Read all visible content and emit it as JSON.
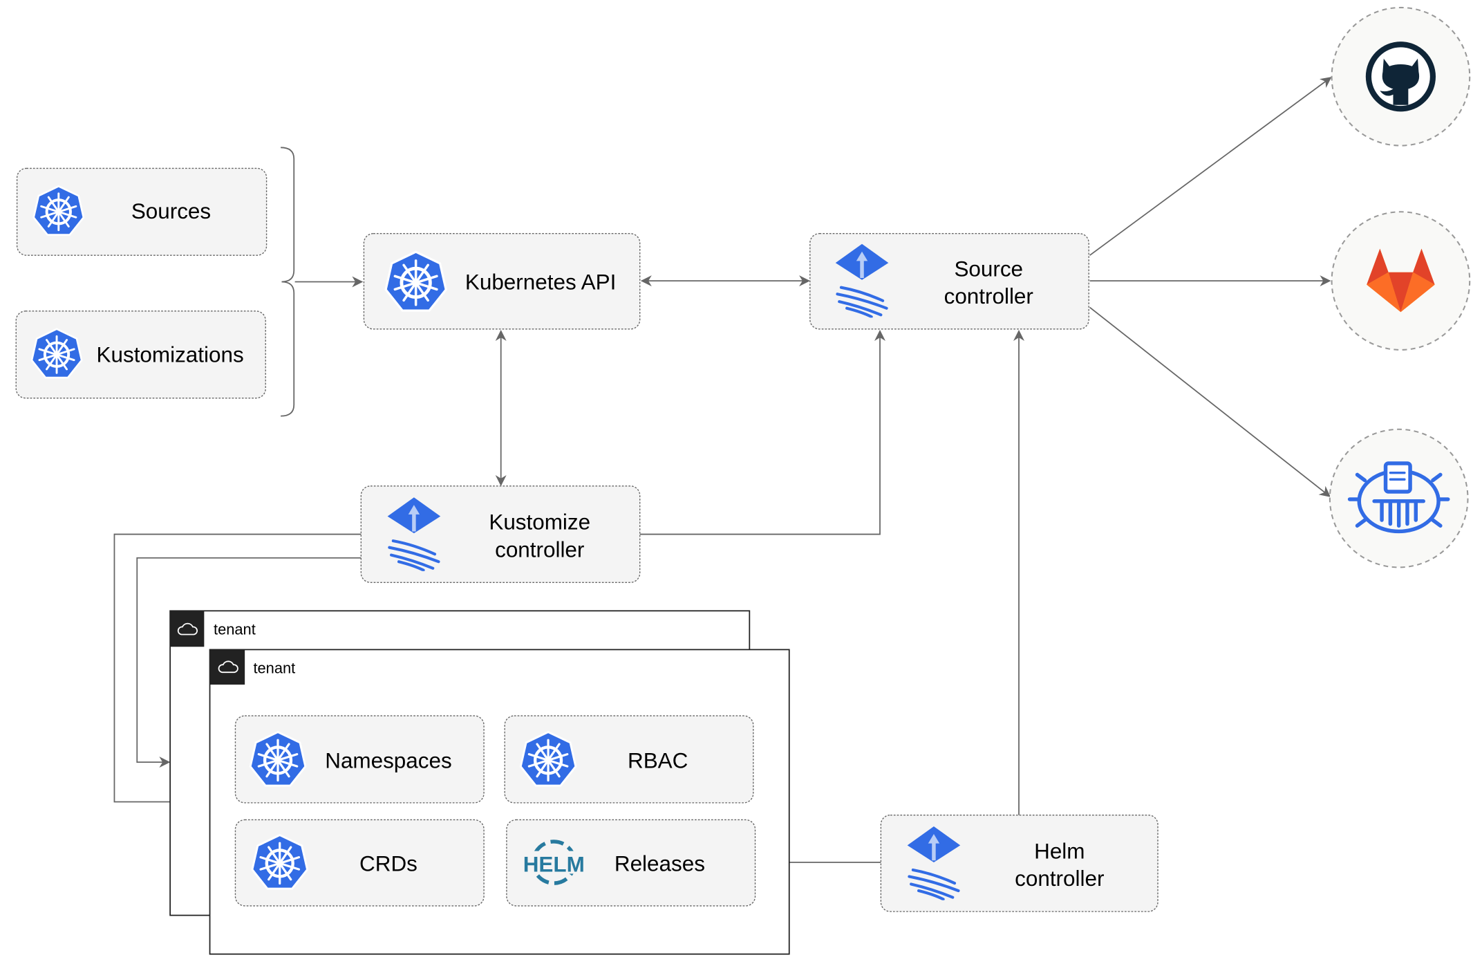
{
  "nodes": {
    "sources": "Sources",
    "kustomizations": "Kustomizations",
    "kubernetes_api": "Kubernetes API",
    "source_controller": [
      "Source",
      "controller"
    ],
    "kustomize_controller": [
      "Kustomize",
      "controller"
    ],
    "helm_controller": [
      "Helm",
      "controller"
    ],
    "namespaces": "Namespaces",
    "rbac": "RBAC",
    "crds": "CRDs",
    "releases": "Releases"
  },
  "tenants": [
    "tenant",
    "tenant"
  ],
  "helm_logo_text": "HELM",
  "external_sources": [
    "github-icon",
    "gitlab-icon",
    "helm-repository-icon"
  ],
  "colors": {
    "kubernetes_blue": "#326ce5",
    "helm_blue": "#277a9f",
    "gitlab_orange": "#e24329",
    "github_dark": "#0f2537",
    "edge": "#666666"
  }
}
